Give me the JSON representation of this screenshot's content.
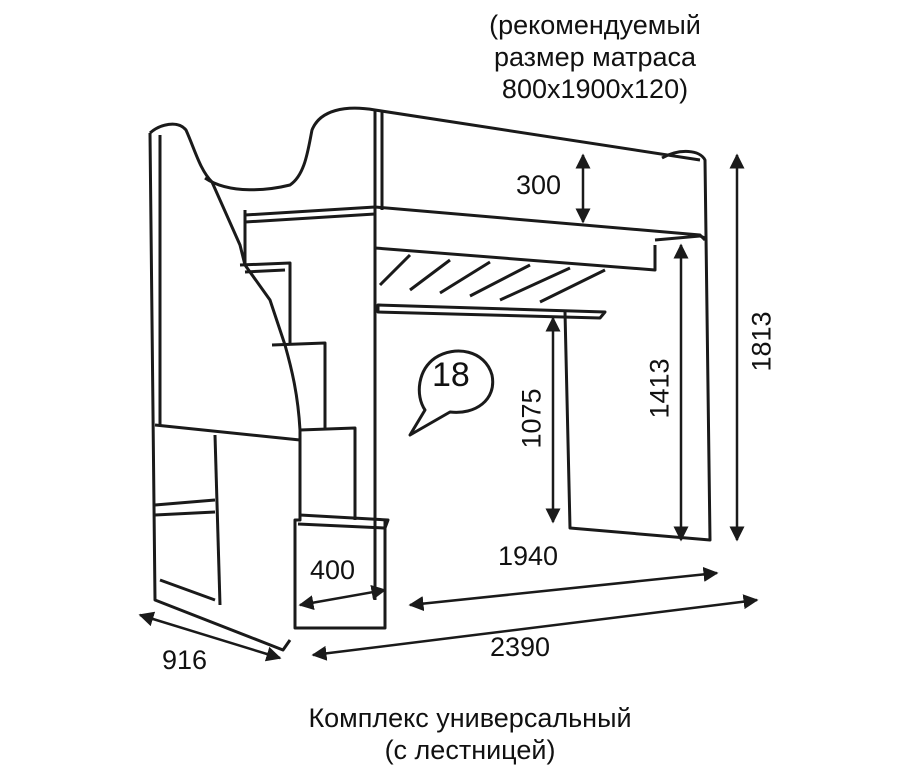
{
  "note": {
    "line1": "(рекомендуемый",
    "line2": "размер матраса",
    "line3": "800x1900x120)"
  },
  "dimensions": {
    "mattress_gap": "300",
    "total_height": "1813",
    "bed_height": "1413",
    "desk_height": "1075",
    "inner_length": "1940",
    "step_width": "400",
    "total_length": "2390",
    "depth": "916"
  },
  "callout": "18",
  "caption": {
    "line1": "Комплекс универсальный",
    "line2": "(с лестницей)"
  },
  "colors": {
    "line": "#1a1a1a",
    "background": "#ffffff"
  }
}
